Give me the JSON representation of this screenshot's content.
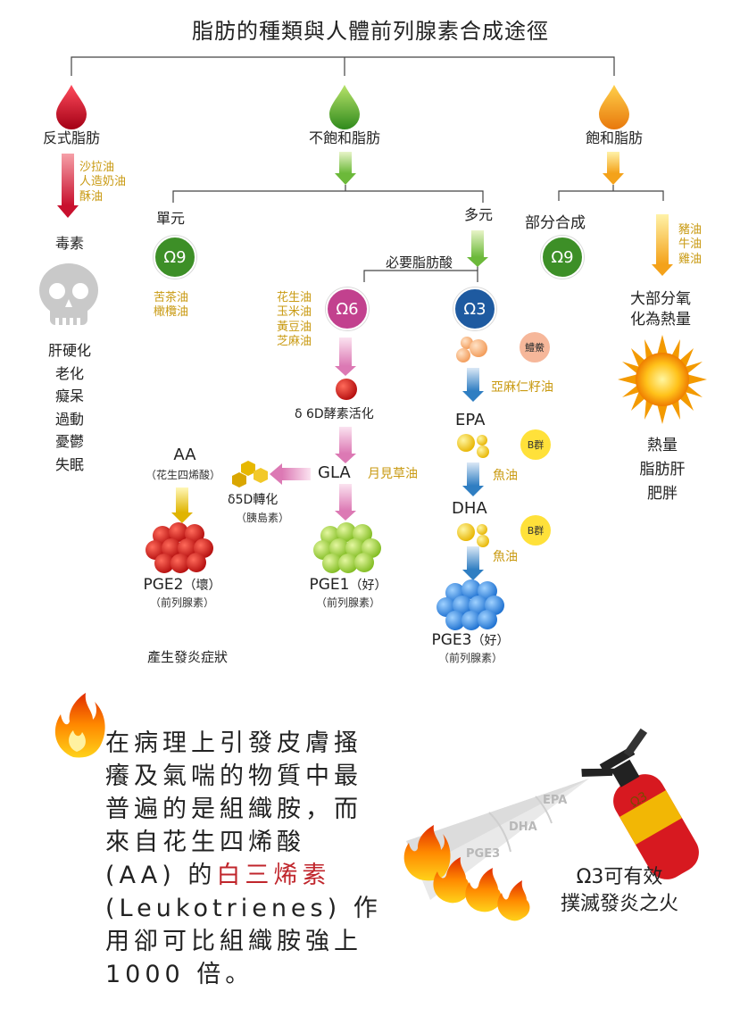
{
  "title": "脂肪的種類與人體前列腺素合成途徑",
  "trans_fat": {
    "label": "反式脂肪",
    "sources": [
      "沙拉油",
      "人造奶油",
      "酥油"
    ],
    "toxin": "毒素",
    "effects": [
      "肝硬化",
      "老化",
      "癡呆",
      "過動",
      "憂鬱",
      "失眠"
    ]
  },
  "unsaturated": {
    "label": "不飽和脂肪",
    "mono": {
      "label": "單元",
      "omega": "Ω9",
      "sources": [
        "苦茶油",
        "橄欖油"
      ]
    },
    "poly": {
      "label": "多元",
      "essential": "必要脂肪酸"
    }
  },
  "omega6": {
    "omega": "Ω6",
    "sources": [
      "花生油",
      "玉米油",
      "黃豆油",
      "芝麻油"
    ],
    "enzyme6": "δ 6D酵素活化",
    "gla": "GLA",
    "gla_source": "月見草油",
    "aa": "AA",
    "aa_sub": "（花生四烯酸）",
    "enzyme5": "δ5D轉化",
    "enzyme5_sub": "（胰島素）",
    "pge2": "PGE2",
    "pge2_tag": "（壞）",
    "pge2_sub": "（前列腺素）",
    "pge1": "PGE1",
    "pge1_tag": "（好）",
    "pge1_sub": "（前列腺素）",
    "inflammation": "產生發炎症狀"
  },
  "omega3": {
    "omega": "Ω3",
    "badge_top": "鱧鮝",
    "flax": "亞麻仁籽油",
    "epa": "EPA",
    "badge_b": "B群",
    "fish_oil": "魚油",
    "dha": "DHA",
    "pge3": "PGE3",
    "pge3_tag": "（好）",
    "pge3_sub": "（前列腺素）"
  },
  "saturated": {
    "label": "飽和脂肪",
    "partial": "部分合成",
    "omega": "Ω9",
    "sources": [
      "豬油",
      "牛油",
      "雞油"
    ],
    "oxidize": [
      "大部分氧",
      "化為熱量"
    ],
    "effects": [
      "熱量",
      "脂肪肝",
      "肥胖"
    ]
  },
  "bottom": {
    "para_a": "在病理上引發皮膚搔癢及氣喘的物質中最普遍的是組織胺，而來自花生四烯酸 (AA) 的",
    "para_red": "白三烯素",
    "para_b": " (Leukotrienes) 作用卻可比組織胺強上 1000 倍。",
    "extinguisher_label": "Ω3",
    "spray": [
      "EPA",
      "DHA",
      "PGE3"
    ],
    "caption": [
      "Ω3可有效",
      "撲滅發炎之火"
    ]
  },
  "colors": {
    "red": "#c8102e",
    "green": "#5aaa2a",
    "orange": "#f4a21a",
    "pink": "#d0479a",
    "blue": "#1f5fa8",
    "gold": "#c99a12"
  }
}
